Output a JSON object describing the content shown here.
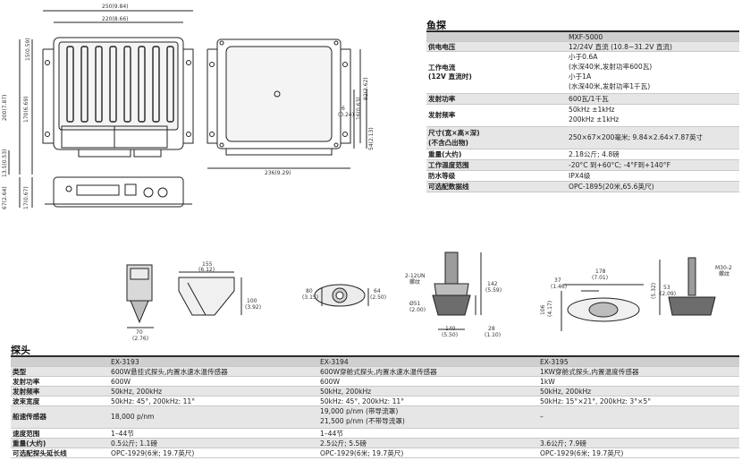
{
  "fishfinder": {
    "title": "鱼探",
    "model": "MXF-5000",
    "rows": [
      {
        "label": "供电电压",
        "value": "12/24V  直流  (10.8~31.2V  直流)"
      },
      {
        "label": "工作电流",
        "label2": "(12V  直流时)",
        "value": "小于0.6A",
        "value2": "(水深40米,发射功率600瓦)",
        "value3": "小于1A",
        "value4": "(水深40米,发射功率1千瓦)"
      },
      {
        "label": "发射功率",
        "value": "600瓦/1千瓦"
      },
      {
        "label": "发射频率",
        "value": "50kHz ±1kHz",
        "value2": "200kHz ±1kHz"
      },
      {
        "label": "尺寸(宽×高×深)",
        "label2": "(不含凸出物)",
        "value": "250×67×200毫米;  9.84×2.64×7.87英寸"
      },
      {
        "label": "重量(大约)",
        "value": "2.18公斤;  4.8磅"
      },
      {
        "label": "工作温度范围",
        "value": "-20°C 到+60°C;  -4°F到+140°F"
      },
      {
        "label": "防水等级",
        "value": "IPX4级"
      },
      {
        "label": "可选配数据线",
        "value": "OPC-1895(20米,65.6英尺)"
      }
    ]
  },
  "transducer": {
    "title": "探头",
    "models": [
      "EX-3193",
      "EX-3194",
      "EX-3195"
    ],
    "rows": [
      {
        "label": "类型",
        "values": [
          "600W悬挂式探头,内置水速水温传感器",
          "600W穿舱式探头,内置水速水温传感器",
          "1KW穿舱式探头,内置温度传感器"
        ]
      },
      {
        "label": "发射功率",
        "values": [
          "600W",
          "600W",
          "1kW"
        ]
      },
      {
        "label": "发射频率",
        "values": [
          "50kHz, 200kHz",
          "50kHz, 200kHz",
          "50kHz, 200kHz"
        ]
      },
      {
        "label": "波束宽度",
        "values": [
          "50kHz: 45°, 200kHz: 11°",
          "50kHz: 45°, 200kHz: 11°",
          "50kHz: 15°×21°, 200kHz: 3°×5°"
        ]
      },
      {
        "label": "船速传感器",
        "values": [
          "18,000 p/nm",
          "19,000 p/nm  (带导流罩)",
          "–"
        ],
        "extra": "21,500 p/nm  (不带导流罩)"
      },
      {
        "label": "速度范围",
        "values": [
          "1–44节",
          "1–44节",
          ""
        ]
      },
      {
        "label": "重量(大约)",
        "values": [
          "0.5公斤;  1.1磅",
          "2.5公斤;  5.5磅",
          "3.6公斤;  7.9磅"
        ]
      },
      {
        "label": "可选配探头延长线",
        "values": [
          "OPC-1929(6米;  19.7英尺)",
          "OPC-1929(6米;  19.7英尺)",
          "OPC-1929(6米;  19.7英尺)"
        ]
      }
    ]
  },
  "drawings": {
    "unit_dims": {
      "w250": "250(9.84)",
      "w220": "220(8.66)",
      "h15": "15(0.59)",
      "h200": "200(7.87)",
      "h170": "170(6.69)",
      "h13": "13.5(0.53)",
      "h67": "67(2.64)",
      "h17": "17(0.67)",
      "d236": "236(9.29)",
      "d92": "92(3.62)",
      "d6": "6",
      "d6b": "(0.24)",
      "d16": "16(0.63)",
      "d54": "54(2.13)"
    },
    "ex3193_dims": {
      "w155": "155",
      "w155b": "(6.12)",
      "h100": "100",
      "h100b": "(3.92)",
      "w70": "70",
      "w70b": "(2.76)"
    },
    "ex3194_dims": {
      "w80": "80",
      "w80b": "(3.15)",
      "w64": "64",
      "w64b": "(2.50)",
      "thread": "2-12UN",
      "thread2": "螺纹",
      "h142": "142",
      "h142b": "(5.59)",
      "d51": "Ø51",
      "d51b": "(2.00)",
      "w140": "140",
      "w140b": "(5.50)",
      "h28": "28",
      "h28b": "(1.10)"
    },
    "ex3195_dims": {
      "w178": "178",
      "w178b": "(7.01)",
      "w37": "37",
      "w37b": "(1.46)",
      "h106": "106",
      "h106b": "(4.17)",
      "h53": "53",
      "h53b": "(2.09)",
      "h53c": "(5.32)",
      "thread": "M30-2",
      "thread2": "螺纹"
    }
  }
}
